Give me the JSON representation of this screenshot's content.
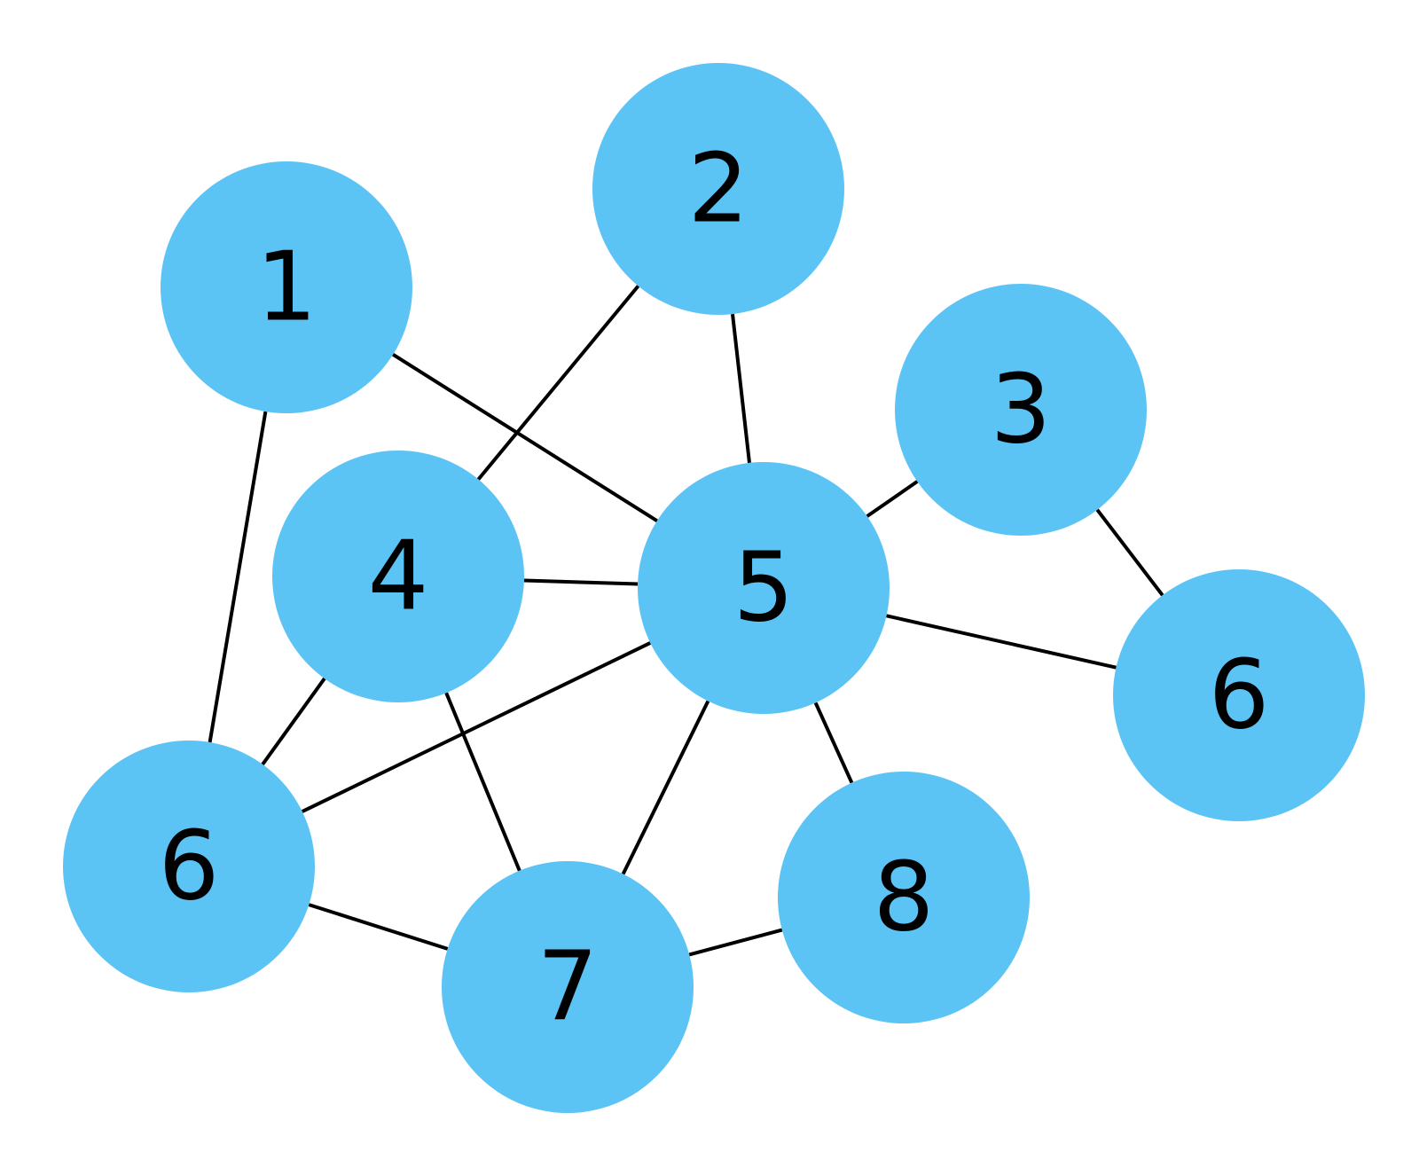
{
  "colors": {
    "node_fill": "#5cc3f5",
    "edge": "#000000",
    "label": "#000000",
    "background": "#ffffff"
  },
  "nodes": [
    {
      "id": "n1",
      "label": "1"
    },
    {
      "id": "n2",
      "label": "2"
    },
    {
      "id": "n3",
      "label": "3"
    },
    {
      "id": "n4",
      "label": "4"
    },
    {
      "id": "n5",
      "label": "5"
    },
    {
      "id": "n6a",
      "label": "6"
    },
    {
      "id": "n6b",
      "label": "6"
    },
    {
      "id": "n7",
      "label": "7"
    },
    {
      "id": "n8",
      "label": "8"
    }
  ],
  "edges": [
    [
      "n1",
      "n5"
    ],
    [
      "n1",
      "n6a"
    ],
    [
      "n2",
      "n4"
    ],
    [
      "n2",
      "n5"
    ],
    [
      "n3",
      "n5"
    ],
    [
      "n3",
      "n6b"
    ],
    [
      "n4",
      "n5"
    ],
    [
      "n4",
      "n6a"
    ],
    [
      "n4",
      "n7"
    ],
    [
      "n5",
      "n6b"
    ],
    [
      "n5",
      "n6a"
    ],
    [
      "n5",
      "n7"
    ],
    [
      "n5",
      "n8"
    ],
    [
      "n6a",
      "n7"
    ],
    [
      "n7",
      "n8"
    ]
  ]
}
